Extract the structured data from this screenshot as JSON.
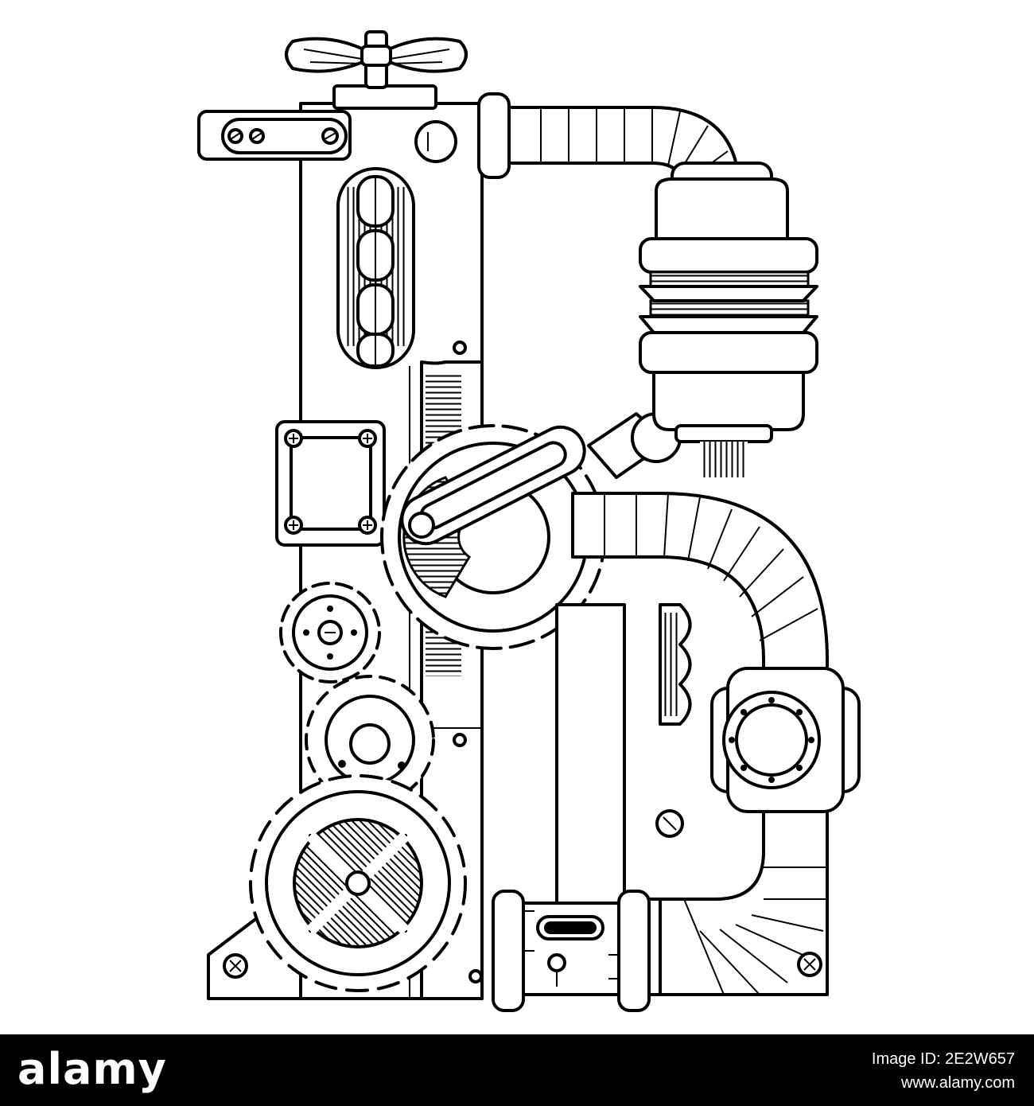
{
  "image": {
    "subject": "steampunk-letter-b-illustration",
    "palette": {
      "line": "#000000",
      "background": "#ffffff",
      "footer": "#000000",
      "footer_text": "#ffffff"
    }
  },
  "footer": {
    "brand": "alamy",
    "image_id_line": "Image ID: 2E2W657",
    "site": "www.alamy.com"
  }
}
